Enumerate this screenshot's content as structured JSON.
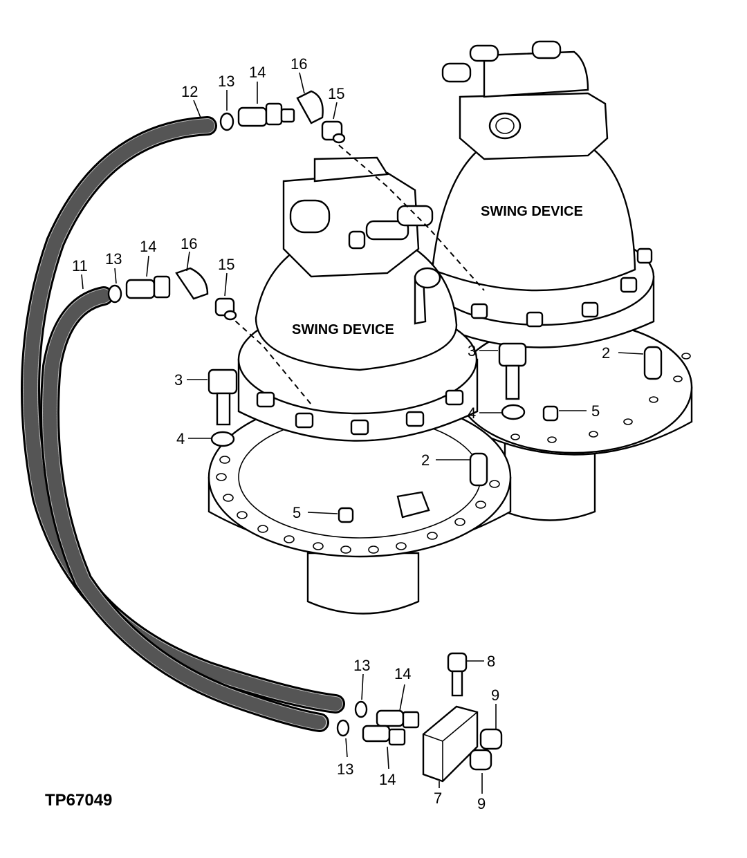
{
  "diagram": {
    "figure_id": "TP67049",
    "components": [
      {
        "id": "swing-device-front",
        "caption": "SWING DEVICE"
      },
      {
        "id": "swing-device-rear",
        "caption": "SWING DEVICE"
      }
    ],
    "callouts": [
      {
        "key": "c12",
        "number": "12"
      },
      {
        "key": "c13a",
        "number": "13"
      },
      {
        "key": "c14a",
        "number": "14"
      },
      {
        "key": "c16a",
        "number": "16"
      },
      {
        "key": "c15a",
        "number": "15"
      },
      {
        "key": "c11",
        "number": "11"
      },
      {
        "key": "c13b",
        "number": "13"
      },
      {
        "key": "c14b",
        "number": "14"
      },
      {
        "key": "c16b",
        "number": "16"
      },
      {
        "key": "c15b",
        "number": "15"
      },
      {
        "key": "c3a",
        "number": "3"
      },
      {
        "key": "c3b",
        "number": "3"
      },
      {
        "key": "c2a",
        "number": "2"
      },
      {
        "key": "c2b",
        "number": "2"
      },
      {
        "key": "c4a",
        "number": "4"
      },
      {
        "key": "c4b",
        "number": "4"
      },
      {
        "key": "c5a",
        "number": "5"
      },
      {
        "key": "c5b",
        "number": "5"
      },
      {
        "key": "c8",
        "number": "8"
      },
      {
        "key": "c9a",
        "number": "9"
      },
      {
        "key": "c9b",
        "number": "9"
      },
      {
        "key": "c13c",
        "number": "13"
      },
      {
        "key": "c14c",
        "number": "14"
      },
      {
        "key": "c13d",
        "number": "13"
      },
      {
        "key": "c14d",
        "number": "14"
      },
      {
        "key": "c7",
        "number": "7"
      }
    ]
  }
}
